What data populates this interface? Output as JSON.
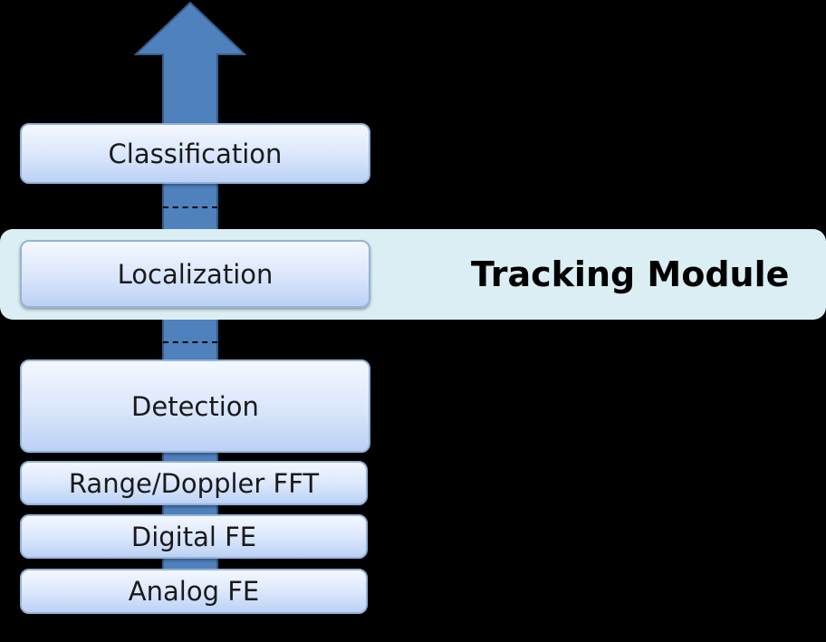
{
  "colors": {
    "background": "#000000",
    "arrow_fill": "#4f81bd",
    "arrow_stroke": "#385d8a",
    "band_fill": "#dbeef3",
    "box_border": "#95b3d7"
  },
  "band": {
    "label": "Tracking Module"
  },
  "layers": [
    {
      "label": "Classification"
    },
    {
      "label": "Localization"
    },
    {
      "label": "Detection"
    },
    {
      "label": "Range/Doppler FFT"
    },
    {
      "label": "Digital FE"
    },
    {
      "label": "Analog FE"
    }
  ]
}
